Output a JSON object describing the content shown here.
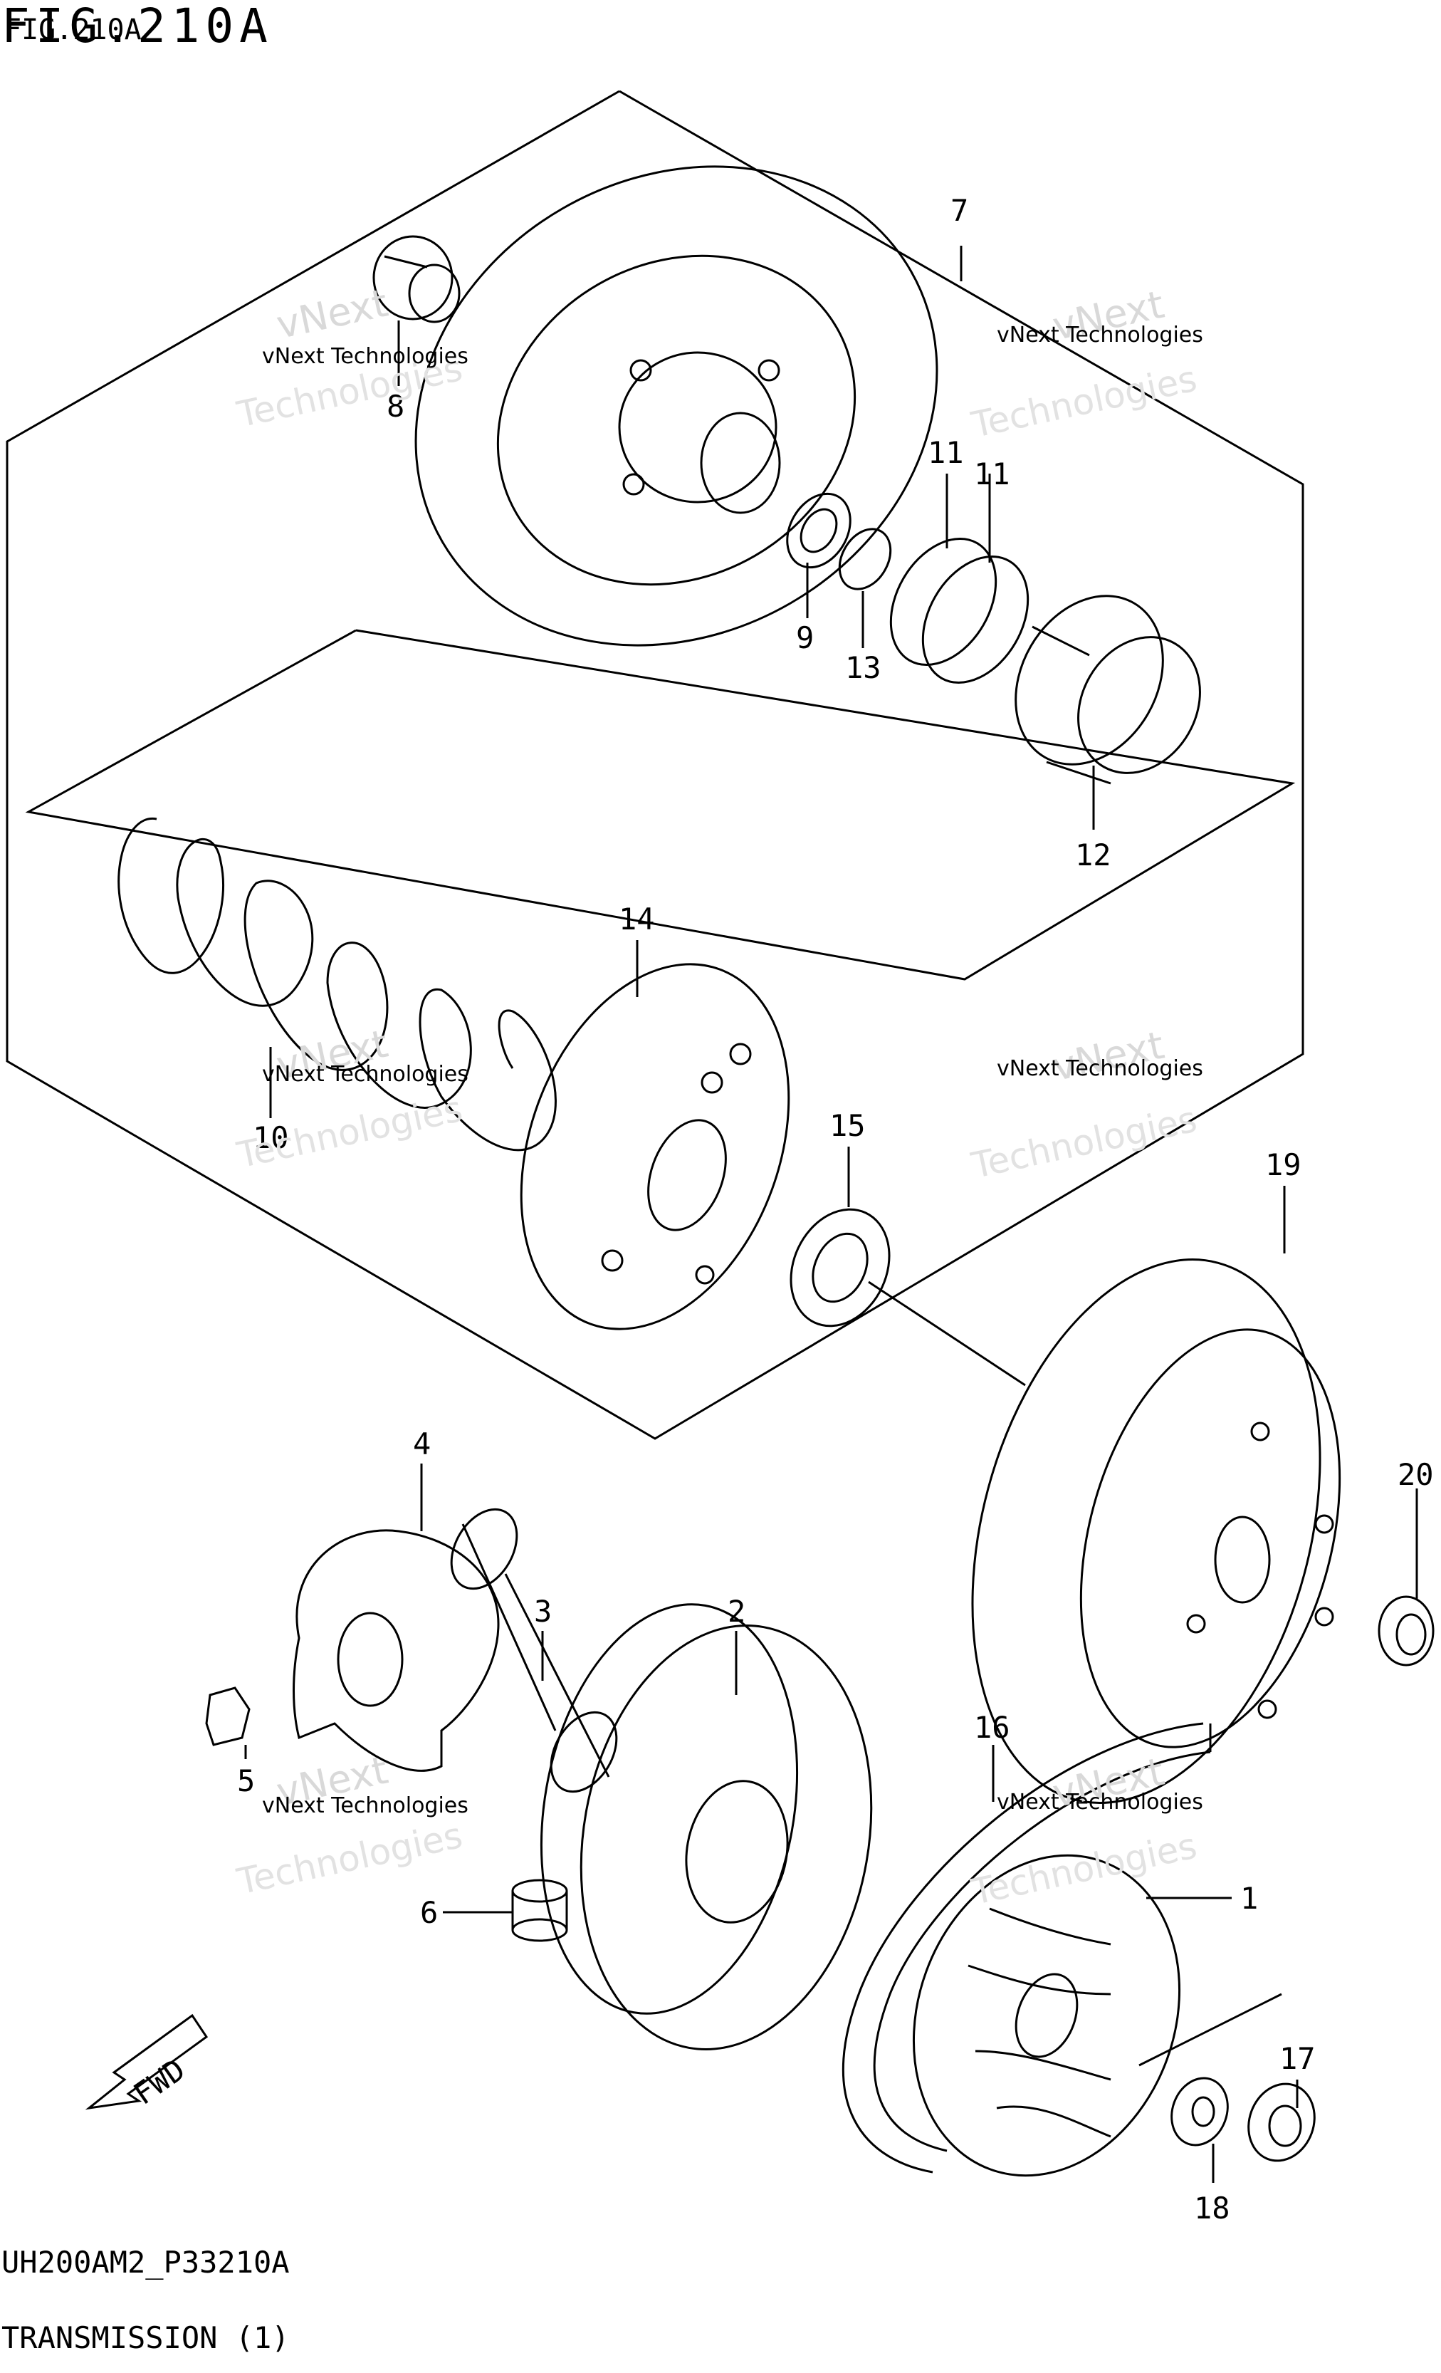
{
  "figure": {
    "title": "FIG.210A",
    "title_overlap": "FIG.210A"
  },
  "footer": {
    "code": "UH200AM2_P33210A",
    "name": "TRANSMISSION (1)"
  },
  "watermark": {
    "line1": "vNext Technologies",
    "line2": "vNext",
    "line3": "Technologies"
  },
  "fwd_label": "FWD",
  "callouts": [
    "7",
    "8",
    "11",
    "11",
    "9",
    "13",
    "12",
    "14",
    "10",
    "15",
    "19",
    "4",
    "3",
    "2",
    "20",
    "5",
    "16",
    "1",
    "6",
    "17",
    "18"
  ]
}
